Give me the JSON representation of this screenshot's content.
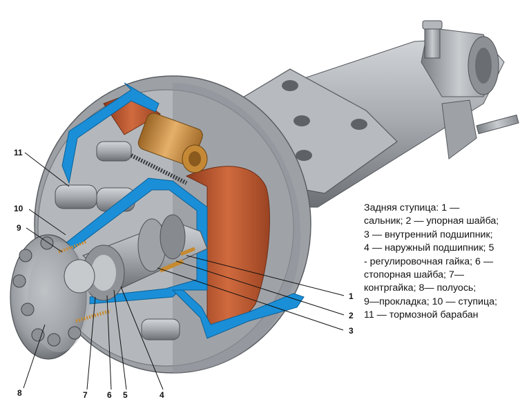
{
  "legend": {
    "text": "Задняя ступица: 1 —\nсальник; 2 — упорная шайба;\n3 — внутренний подшипник;\n4 — наружный подшипник; 5\n- регулировочная гайка; 6 —\nстопорная шайба; 7—\nконтргайка; 8— полуось;\n9—прокладка; 10 — ступица;\n11 — тормозной барабан"
  },
  "callouts": {
    "n1": "1",
    "n2": "2",
    "n3": "3",
    "n4": "4",
    "n5": "5",
    "n6": "6",
    "n7": "7",
    "n8": "8",
    "n9": "9",
    "n10": "10",
    "n11": "11"
  },
  "colors": {
    "section_blue": "#1a8fd8",
    "steel": "#a9adb2",
    "steel_dark": "#6f7479",
    "lining": "#b9552f",
    "bronze": "#c98d3c"
  }
}
